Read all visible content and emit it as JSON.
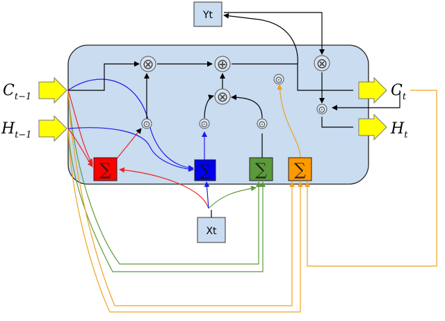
{
  "labels": {
    "y_output": "Yt",
    "x_input": "Xt",
    "c_prev_main": "C",
    "c_prev_sub": "t−1",
    "h_prev_main": "H",
    "h_prev_sub": "t−1",
    "c_out_main": "C",
    "c_out_sub": "t",
    "h_out_main": "H",
    "h_out_sub": "t"
  },
  "symbols": {
    "multiply": "⊗",
    "add": "⊕",
    "activation": "⊙",
    "sum": "∑"
  },
  "colors": {
    "cell_fill": "#c9dcf0",
    "cell_stroke": "#222222",
    "arrow_yellow": "#ffff00",
    "gate_forget": "#ff0000",
    "gate_input": "#0000ee",
    "gate_candidate": "#5a9a3a",
    "gate_output": "#ff9900",
    "line_red": "#ee2222",
    "line_blue": "#1a1aee",
    "line_green": "#5a9a3a",
    "line_orange": "#f0a020",
    "line_black": "#000000"
  }
}
